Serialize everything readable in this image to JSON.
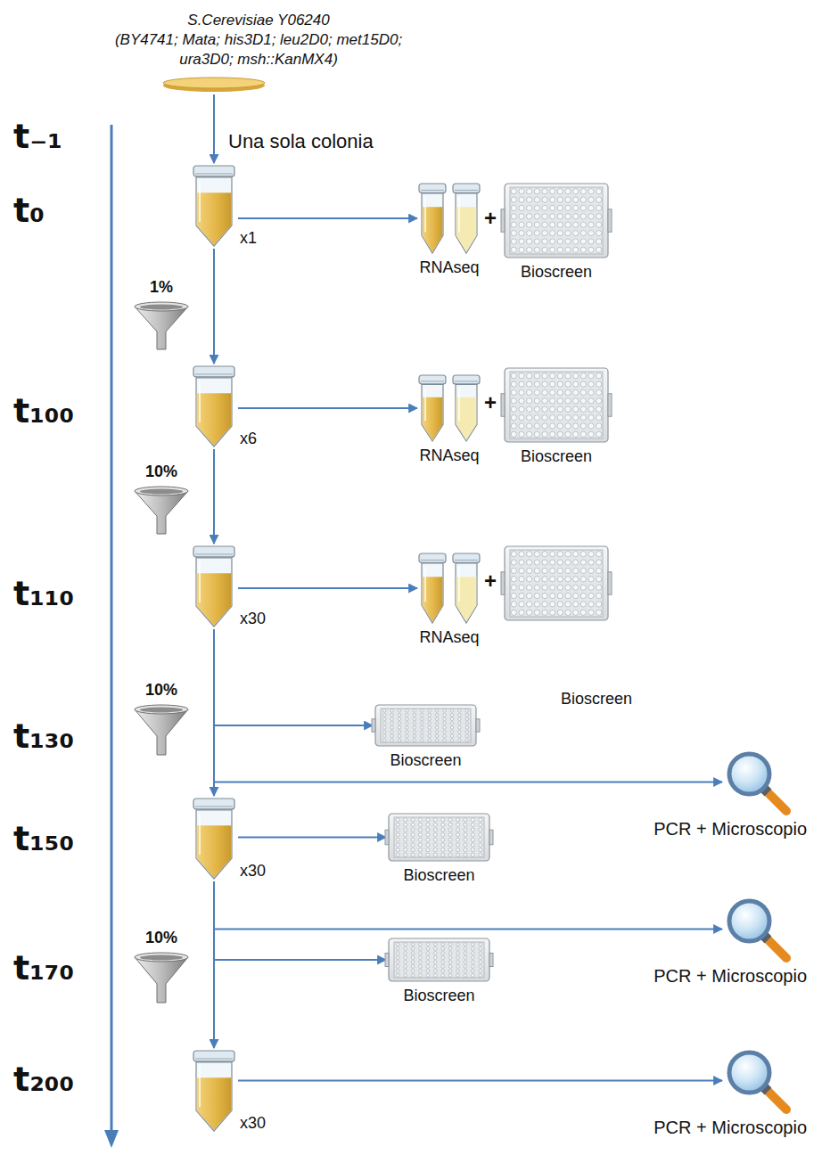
{
  "diagram": {
    "nodes": [
      {
        "text": [
          "S.Cerevisiae Y06240",
          "(BY4741; Mata; his3D1; leu2D0; met15D0; ura3D0; msh::KanMX4)"
        ]
      },
      {
        "text": [
          "x1"
        ]
      },
      {
        "text": [
          "RNAseq"
        ]
      },
      {
        "text": [
          "Bioscreen"
        ]
      },
      {
        "text": [
          "1%"
        ]
      },
      {
        "text": [
          "x6"
        ]
      },
      {
        "text": [
          "RNAseq"
        ]
      },
      {
        "text": [
          "Bioscreen"
        ]
      },
      {
        "text": [
          "10%"
        ]
      },
      {
        "text": [
          "x30"
        ]
      },
      {
        "text": [
          "RNAseq"
        ]
      },
      {
        "text": [
          "Bioscreen"
        ]
      },
      {
        "text": [
          "10%"
        ]
      },
      {
        "text": [
          "Bioscreen"
        ]
      },
      {
        "text": [
          "PCR + Microscopio"
        ]
      },
      {
        "text": [
          "x30"
        ]
      },
      {
        "text": [
          "Bioscreen"
        ]
      },
      {
        "text": [
          "10%"
        ]
      },
      {
        "text": [
          "PCR + Microscopio"
        ]
      },
      {
        "text": [
          "Bioscreen"
        ]
      },
      {
        "text": [
          "x30"
        ]
      },
      {
        "text": [
          "PCR + Microscopio"
        ]
      }
    ],
    "edges": [
      {
        "from": 0,
        "to": 1,
        "arrow": "to",
        "label": "Una sola colonia"
      },
      {
        "from": 1,
        "to": 2,
        "arrow": "to"
      },
      {
        "from": 1,
        "to": 5,
        "arrow": "to"
      },
      {
        "from": 5,
        "to": 6,
        "arrow": "to"
      },
      {
        "from": 5,
        "to": 9,
        "arrow": "to"
      },
      {
        "from": 9,
        "to": 10,
        "arrow": "to"
      },
      {
        "from": 9,
        "to": 15,
        "arrow": "to"
      },
      {
        "from": 9,
        "to": 13,
        "arrow": "to"
      },
      {
        "from": 9,
        "to": 14,
        "arrow": "to"
      },
      {
        "from": 15,
        "to": 16,
        "arrow": "to"
      },
      {
        "from": 15,
        "to": 20,
        "arrow": "to"
      },
      {
        "from": 15,
        "to": 18,
        "arrow": "to"
      },
      {
        "from": 15,
        "to": 19,
        "arrow": "to"
      },
      {
        "from": 20,
        "to": 21,
        "arrow": "to"
      }
    ],
    "labels": [
      "t₋₁",
      "t₀",
      "+",
      "t₁₀₀",
      "+",
      "t₁₁₀",
      "+",
      "t₁₃₀",
      "t₁₅₀",
      "t₁₇₀",
      "t₂₀₀"
    ]
  }
}
